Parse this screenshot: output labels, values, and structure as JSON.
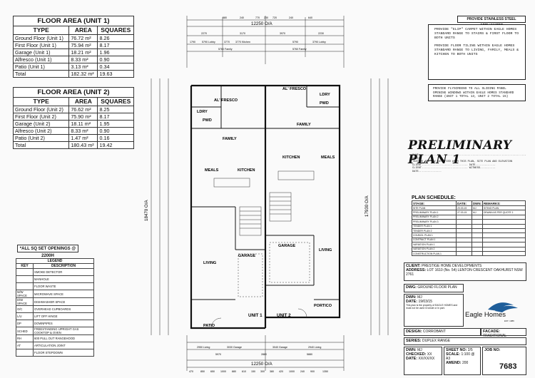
{
  "unit1_table": {
    "title": "FLOOR AREA (UNIT 1)",
    "headers": [
      "TYPE",
      "AREA",
      "SQUARES"
    ],
    "rows": [
      [
        "Ground Floor (Unit 1)",
        "76.72 m²",
        "8.26"
      ],
      [
        "First Floor (Unit 1)",
        "75.94 m²",
        "8.17"
      ],
      [
        "Garage (Unit 1)",
        "18.21 m²",
        "1.96"
      ],
      [
        "Alfresco (Unit 1)",
        "8.33 m²",
        "0.90"
      ],
      [
        "Patio (Unit 1)",
        "3.13 m²",
        "0.34"
      ]
    ],
    "total": [
      "Total",
      "182.32 m²",
      "19.63"
    ]
  },
  "unit2_table": {
    "title": "FLOOR AREA (UNIT 2)",
    "headers": [
      "TYPE",
      "AREA",
      "SQUARES"
    ],
    "rows": [
      [
        "Ground Floor (Unit 2)",
        "76.62 m²",
        "8.25"
      ],
      [
        "First Floor (Unit 2)",
        "75.90 m²",
        "8.17"
      ],
      [
        "Garage (Unit 2)",
        "18.11 m²",
        "1.95"
      ],
      [
        "Alfresco (Unit 2)",
        "8.33 m²",
        "0.90"
      ],
      [
        "Patio (Unit 2)",
        "1.47 m²",
        "0.16"
      ]
    ],
    "total": [
      "Total",
      "180.43 m²",
      "19.42"
    ]
  },
  "set_openings_note": "*ALL SQ SET OPENINGS @ 2200H",
  "legend": {
    "title": "LEGEND",
    "headers": [
      "KEY",
      "DESCRIPTION"
    ],
    "rows": [
      [
        "",
        "SMOKE DETECTOR"
      ],
      [
        "",
        "MANHOLE"
      ],
      [
        "",
        "FLOOR WASTE"
      ],
      [
        "M/W SPACE",
        "MICROWAVE SPACE"
      ],
      [
        "D/W SPACE",
        "DISHWASHER SPACE"
      ],
      [
        "O/C",
        "OVERHEAD CUPBOARDS"
      ],
      [
        "L/U",
        "LIFT OFF HINGE"
      ],
      [
        "DP",
        "DOWNPIPES"
      ],
      [
        "SCHED",
        "FREESTANDING UPRIGHT GAS COOKTOP & OVEN"
      ],
      [
        "RH",
        "600 PULL OUT RANGEHOOD"
      ],
      [
        "AT",
        "ARTICULATION JOINT"
      ],
      [
        "",
        "FLOOR STEPDOWN"
      ]
    ]
  },
  "plan": {
    "unit1_rooms": {
      "alfresco": "AL' FRESCO",
      "family": "FAMILY",
      "meals": "MEALS",
      "kitchen": "KITCHEN",
      "living": "LIVING",
      "garage": "GARAGE",
      "patio": "PATIO",
      "laundry": "LDRY",
      "powder": "PWD"
    },
    "unit2_rooms": {
      "alfresco": "AL' FRESCO",
      "family": "FAMILY",
      "kitchen": "KITCHEN",
      "meals": "MEALS",
      "garage": "GARAGE",
      "living": "LIVING",
      "portico": "PORTICO",
      "laundry": "LDRY",
      "powder": "PWD"
    },
    "unit1_label": "UNIT 1",
    "unit2_label": "UNIT 2",
    "overall_width_top": "12250 O/A",
    "overall_width_bottom": "12250 O/A",
    "overall_depth_left": "18470 O/A",
    "overall_depth_right": "17930 O/A",
    "top_dims_row1": [
      "580",
      "240",
      "770",
      "230",
      "720",
      "240",
      "640"
    ],
    "top_dims_row2": [
      "2270",
      "3170",
      "3970",
      "2230"
    ],
    "top_dims_row3": [
      "1790",
      "5790 Lobby",
      "3770",
      "3770 Kitchen",
      "5790",
      "3790 Lobby"
    ],
    "top_dims_row4": [
      "5760 Family",
      "5760 Family"
    ],
    "bottom_dims_row1": [
      "2950 Living",
      "3030 Garage",
      "3040 Garage",
      "2940 Living"
    ],
    "bottom_dims_row2": [
      "5970",
      "2880",
      "5880"
    ],
    "bottom_dims_row3": [
      "470",
      "850",
      "650",
      "1000",
      "880",
      "610",
      "150",
      "300",
      "380",
      "420",
      "1000",
      "240",
      "900",
      "1350"
    ]
  },
  "notes": {
    "title": "PROVIDE STAINLESS STEEL APPLIANCES",
    "paragraphs": [
      "PROVIDE \"ELIP\" CARPET WITHIN EAGLE HOMES STANDARD RANGE TO STAIRS & FIRST FLOOR TO BOTH UNITS",
      "PROVIDE FLOOR TILING WITHIN EAGLE HOMES STANDARD RANGE TO LIVING, FAMILY, MEALS & KITCHEN TO BOTH UNITS"
    ],
    "flyscreen": "PROVIDE FLYSCREENS TO ALL SLIDING PANEL OPENING WINDOWS WITHIN EAGLE HOMES STANDARD RANGE (UNIT 1 TOTAL 13, UNIT 2 TOTAL 15)"
  },
  "preliminary": {
    "title": "PRELIMINARY PLAN 1",
    "lines": [
      "I/WE ..................................................................... ADVISE",
      "THAT WE ARE NOW SATISFIED WITH THIS PLAN, SITE PLAN AND ELEVATION",
      "CLIENT.............................. DATE.............",
      "CLIENT.............................. WITNESS..........",
      "DATE..............."
    ]
  },
  "schedule": {
    "title": "PLAN SCHEDULE:",
    "headers": [
      "STAGE:",
      "DATE:",
      "DWN:",
      "REMARKS:"
    ],
    "rows": [
      [
        "SITE PLAN",
        "20.03.15",
        "MJ",
        "SITING PLAN"
      ],
      [
        "PRELIMINARY PLAN 1",
        "27.03.15",
        "MJ",
        "DRAWN AS PER QUOTE 1"
      ],
      [
        "PRELIMINARY PLAN 2",
        "",
        "",
        ""
      ],
      [
        "PRELIMINARY PLAN 3",
        "",
        "",
        ""
      ],
      [
        "TENDER PLAN 1",
        "",
        "",
        ""
      ],
      [
        "TENDER PLAN 2",
        "",
        "",
        ""
      ],
      [
        "COUNCIL PLAN 1",
        "",
        "",
        ""
      ],
      [
        "CONTRACT PLAN 1",
        "",
        "",
        ""
      ],
      [
        "VARIATION PLAN 1",
        "",
        "",
        ""
      ],
      [
        "VARIATION PLAN 2",
        "",
        "",
        ""
      ],
      [
        "CONSTRUCTION PLAN 1",
        "",
        "",
        ""
      ]
    ]
  },
  "title_block": {
    "client_label": "CLIENT:",
    "client_value": "PRESTIGE HOME DEVELOPMENTS",
    "address_label": "ADDRESS:",
    "address_value": "LOT 1610 (No. 54) LENTON CRESCENT OAKHURST NSW 2761",
    "dwg_label": "DWG:",
    "dwg_value": "GROUND FLOOR PLAN",
    "dwn_label": "DWN:",
    "dwn_value": "MJ",
    "date_label": "DATE:",
    "date_value": "19/03/15",
    "copyright": "This plan is the property of EAGLE HOMES and must not be used in whole or in part.",
    "design_label": "DESIGN:",
    "design_value": "CORROBANT",
    "facade_label": "FACADE:",
    "facade_value": "TRADITIONAL",
    "series_label": "SERIES:",
    "series_value": "DUPLEX RANGE",
    "dwn2_label": "DWN:",
    "dwn2_value": "MJ",
    "sheet_label": "SHEET NO:",
    "sheet_value": "2/5",
    "job_label": "JOB NO:",
    "job_value": "7683",
    "checked_label": "CHECKED:",
    "checked_value": "XX",
    "scale_label": "SCALE:",
    "scale_value": "1:100 @ A3",
    "date2_label": "DATE:",
    "date2_value": "XX/XX/XX",
    "amend_label": "AMEND:",
    "amend_value": "200"
  },
  "brand": {
    "name": "Eagle Homes",
    "tagline": "EST. 1986"
  },
  "colors": {
    "ink": "#111111",
    "paper": "#ffffff",
    "brand_blue": "#1f5e9a"
  }
}
